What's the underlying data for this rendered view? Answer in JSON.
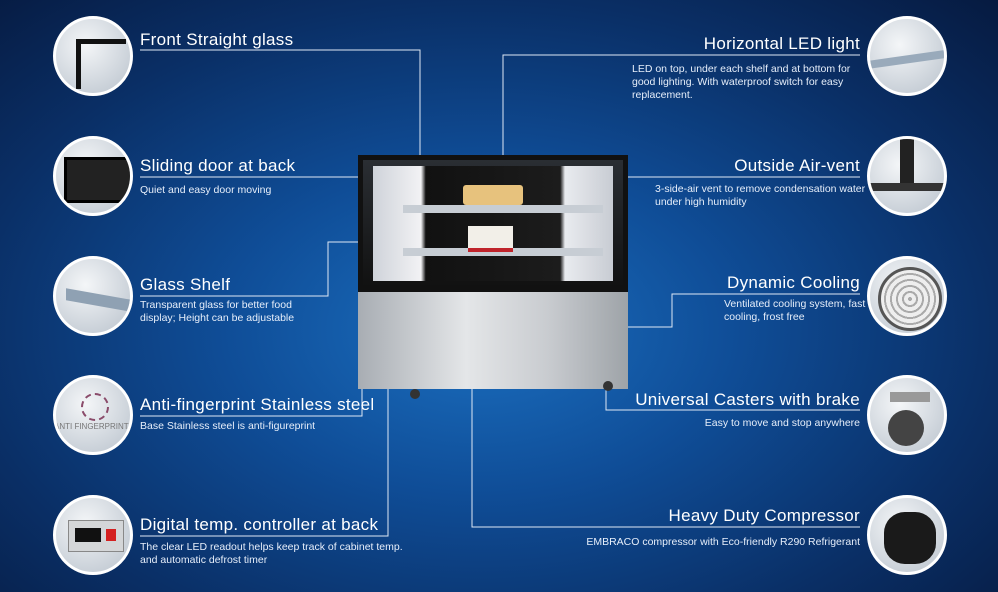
{
  "features": [
    {
      "title": "Front Straight glass",
      "desc": "",
      "icon": "front-glass-icon"
    },
    {
      "title": "Sliding door at back",
      "desc": "Quiet and easy door moving",
      "icon": "sliding-door-icon"
    },
    {
      "title": "Glass Shelf",
      "desc": "Transparent glass for better food display; Height can be adjustable",
      "icon": "glass-shelf-icon"
    },
    {
      "title": "Anti-fingerprint Stainless steel",
      "desc": "Base Stainless steel is anti-figureprint",
      "icon": "fingerprint-icon",
      "badge": "ANTI FINGERPRINT"
    },
    {
      "title": "Digital temp. controller at back",
      "desc": "The clear LED readout helps keep track of cabinet temp. and automatic defrost timer",
      "icon": "controller-icon"
    },
    {
      "title": "Horizontal LED light",
      "desc": "LED on top, under each shelf and at bottom for good lighting. With waterproof switch for easy replacement.",
      "icon": "led-icon"
    },
    {
      "title": "Outside Air-vent",
      "desc": "3-side-air vent to remove condensation water under high humidity",
      "icon": "air-vent-icon"
    },
    {
      "title": "Dynamic Cooling",
      "desc": "Ventilated cooling system, fast cooling, frost free",
      "icon": "fan-icon"
    },
    {
      "title": "Universal Casters with brake",
      "desc": "Easy to move and stop anywhere",
      "icon": "caster-icon"
    },
    {
      "title": "Heavy Duty Compressor",
      "desc": "EMBRACO compressor with Eco-friendly R290 Refrigerant",
      "icon": "compressor-icon"
    }
  ]
}
